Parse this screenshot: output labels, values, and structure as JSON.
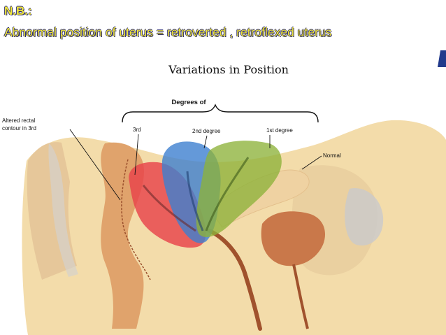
{
  "slide": {
    "title": "N.B.:",
    "subtitle": "Abnormal position of uterus = retroverted , retroflexed uterus"
  },
  "figure": {
    "title": "Variations in Position",
    "bracket_label": "Degrees of",
    "labels": {
      "rectal_line1": "Altered rectal",
      "rectal_line2": "contour in 3rd",
      "third": "3rd",
      "second": "2nd degree",
      "first": "1st degree",
      "normal": "Normal"
    }
  },
  "colors": {
    "text_yellow": "#f0e63a",
    "third_degree": "#e8434a",
    "second_degree": "#3d7fd0",
    "first_degree": "#8db23a",
    "tissue": "#f3dcaa",
    "organ": "#d9884a"
  }
}
